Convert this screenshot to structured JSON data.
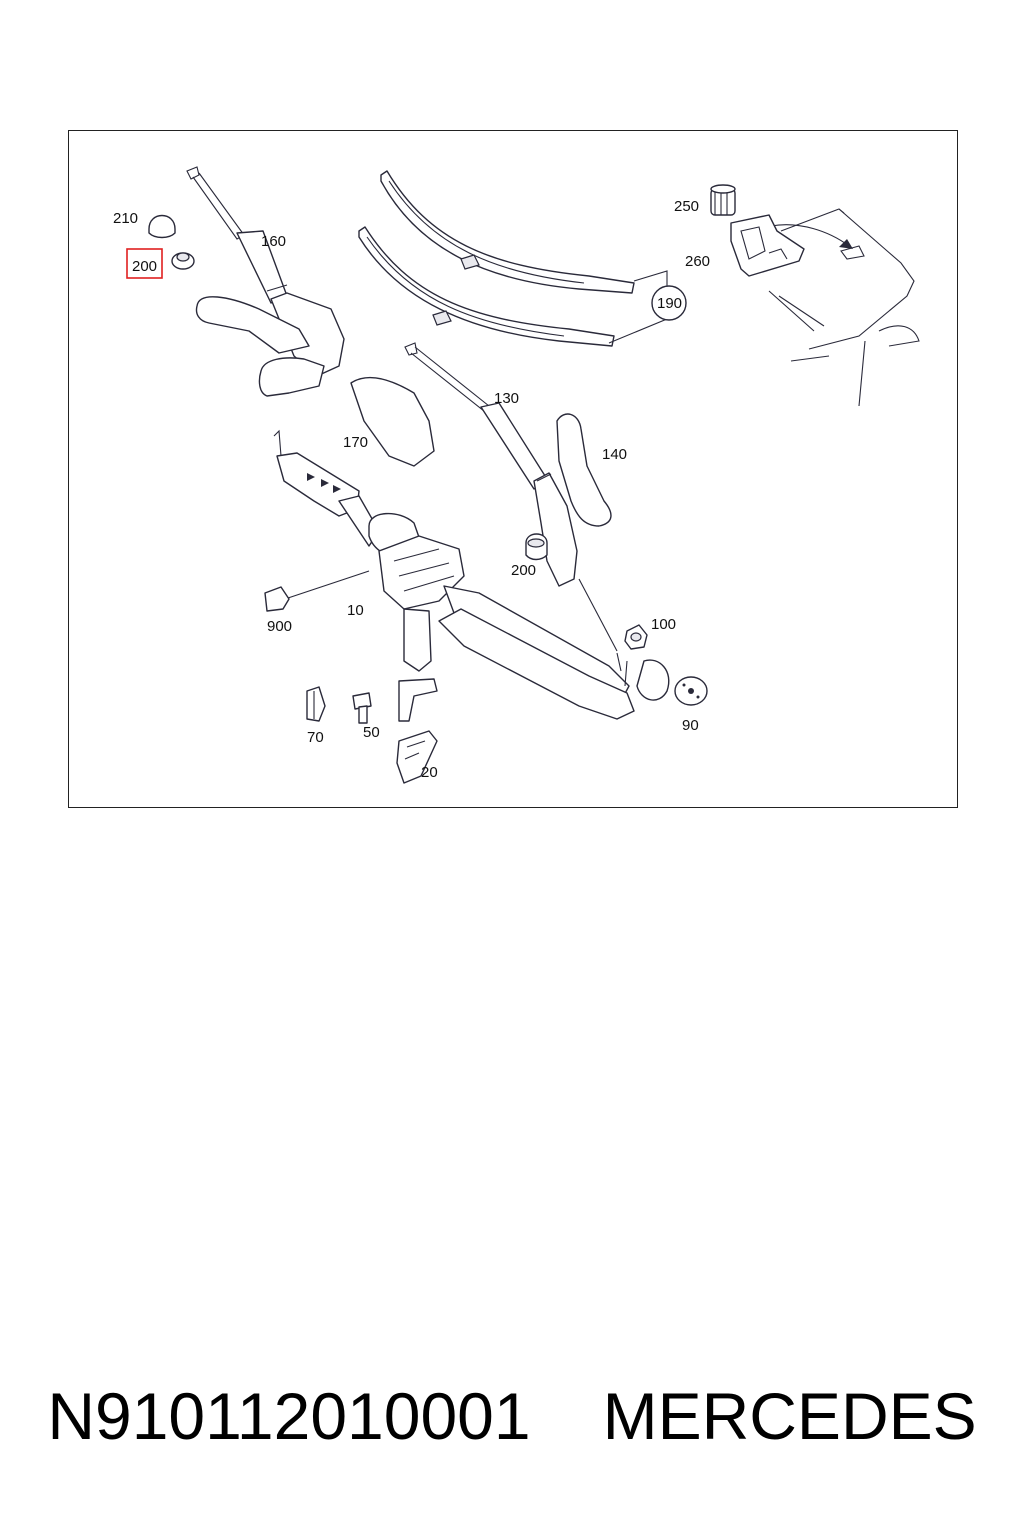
{
  "diagram": {
    "callouts": {
      "c210": "210",
      "c200_top": "200",
      "c160": "160",
      "c250": "250",
      "c260": "260",
      "c190": "190",
      "c130": "130",
      "c170": "170",
      "c140": "140",
      "c200_mid": "200",
      "c900": "900",
      "c10": "10",
      "c100": "100",
      "c90": "90",
      "c70": "70",
      "c50": "50",
      "c20": "20"
    },
    "highlight_color": "#e02020"
  },
  "caption": {
    "part_number": "N910112010001",
    "brand": "MERCEDES"
  }
}
